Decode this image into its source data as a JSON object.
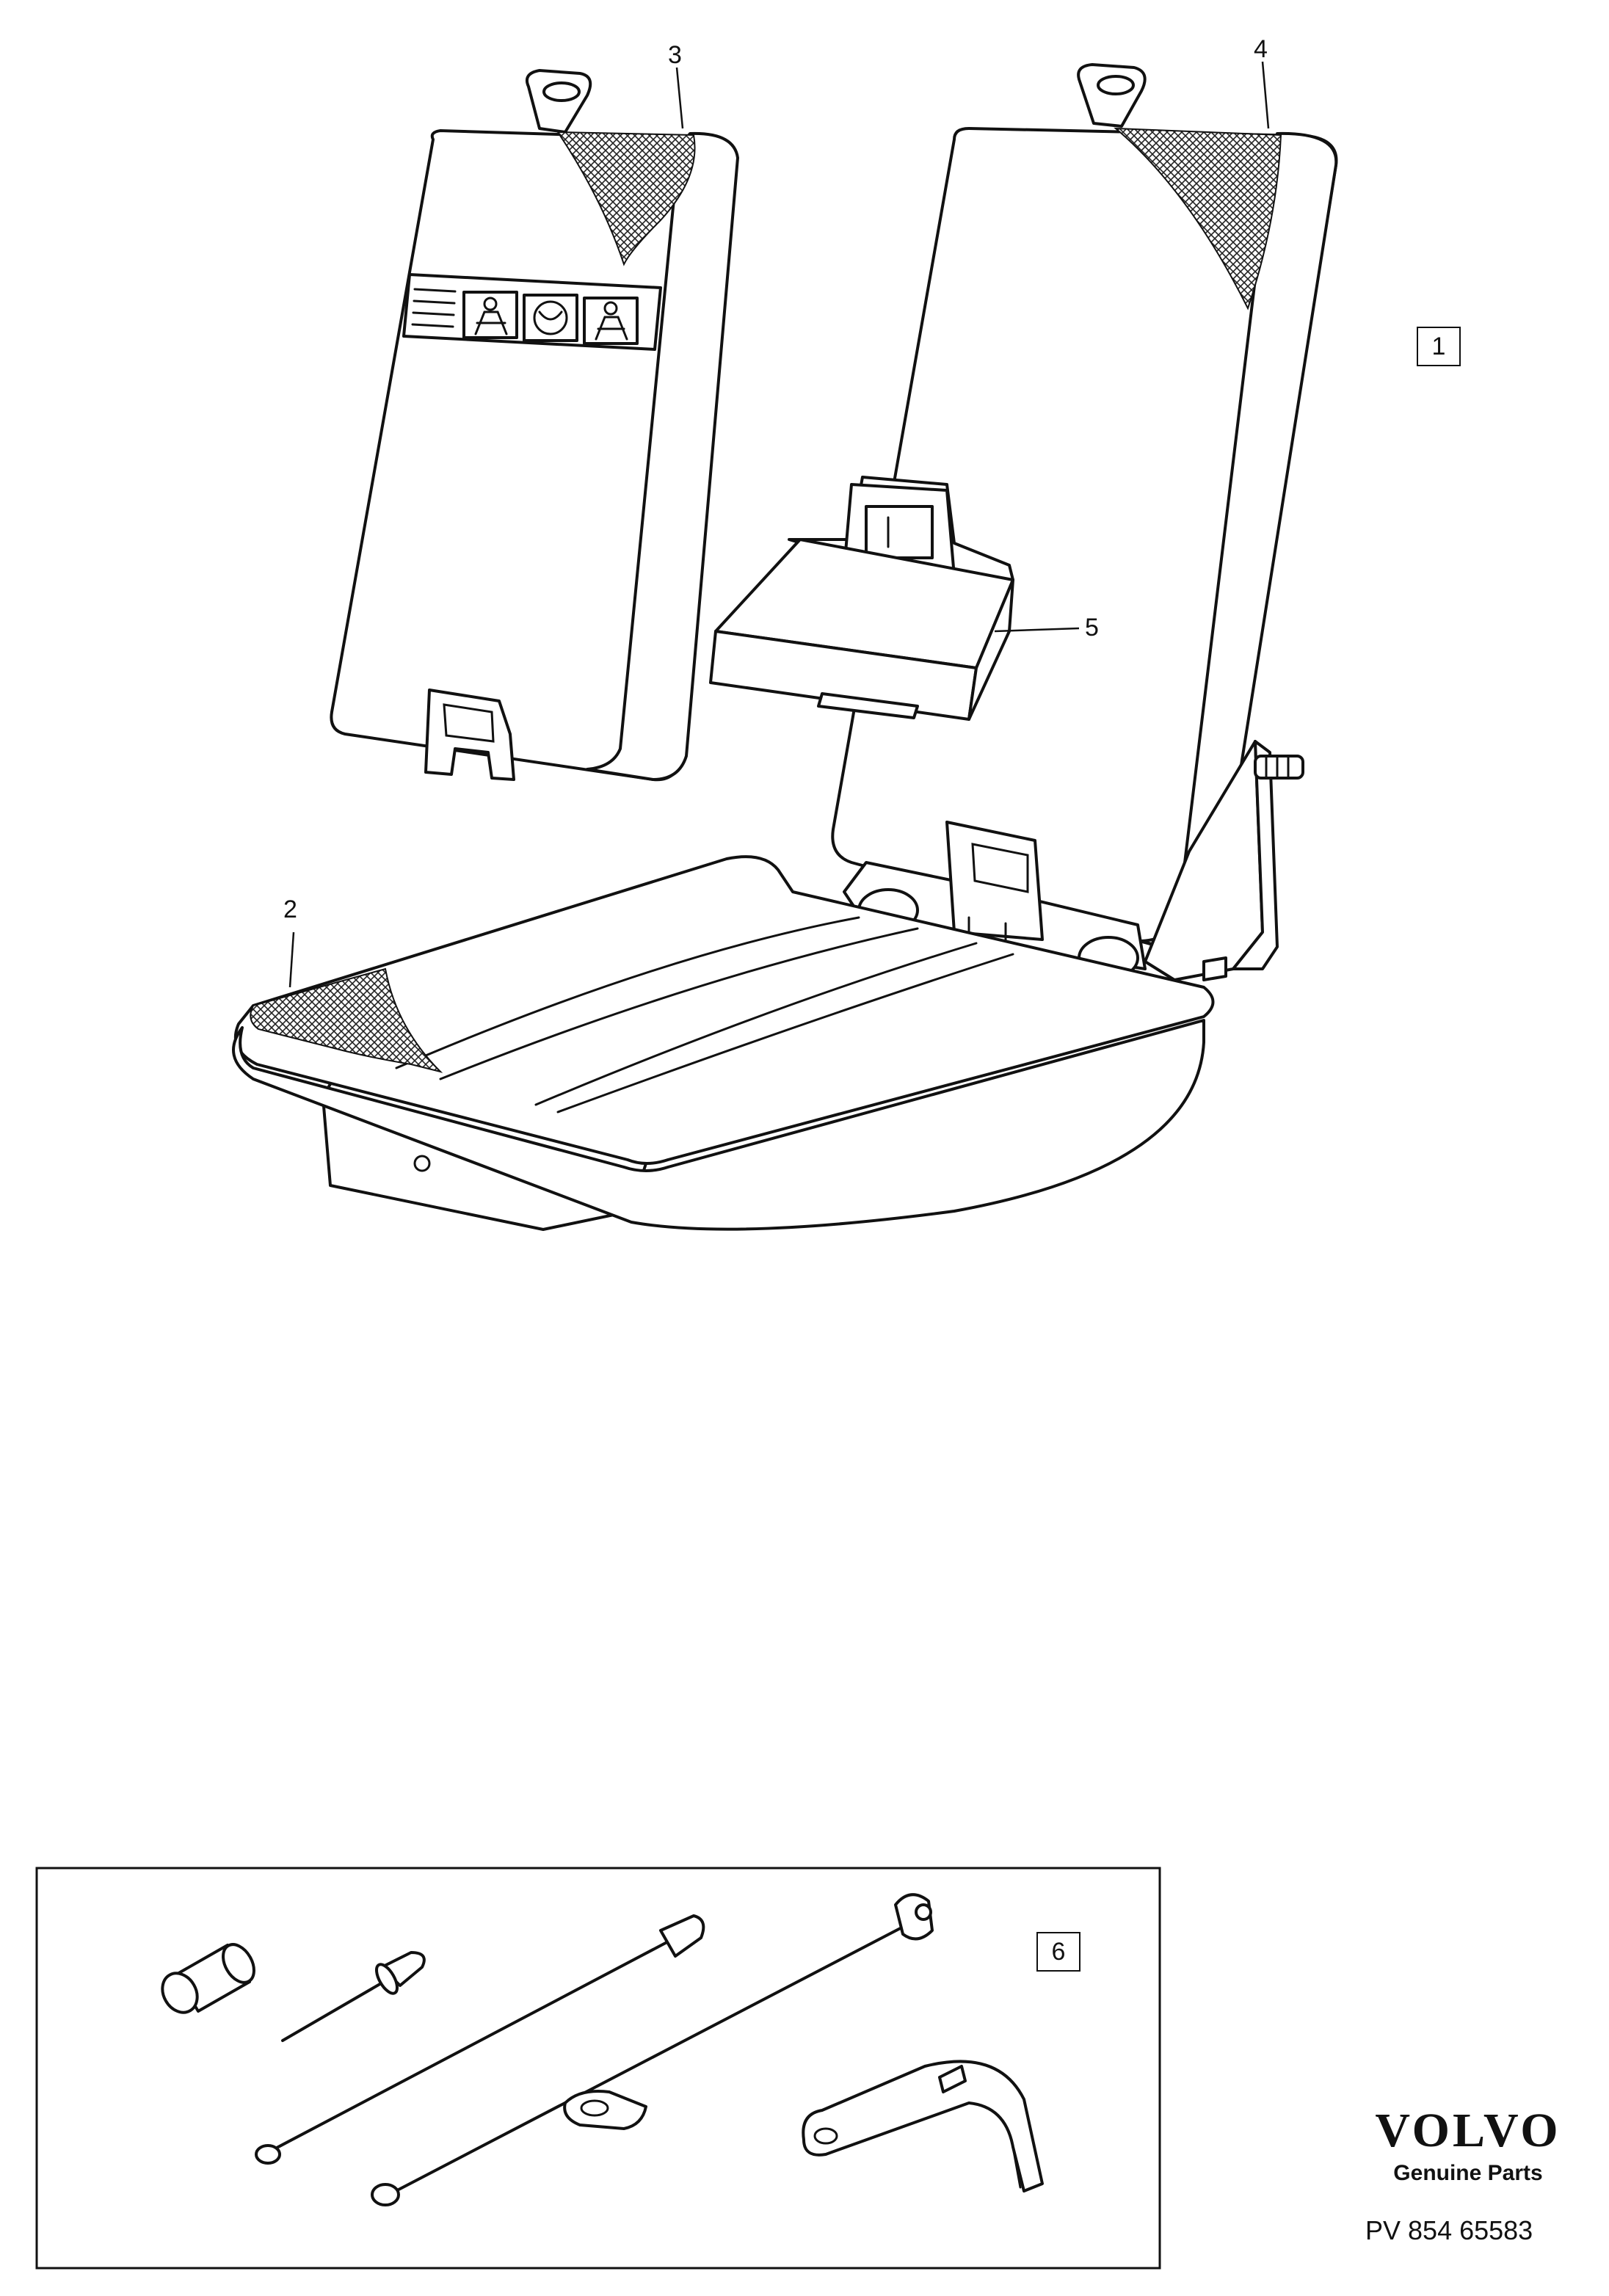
{
  "callouts": {
    "seat_cushion": "2",
    "backrest_left": "3",
    "backrest_right": "4",
    "armrest": "5"
  },
  "boxed_labels": {
    "main_assembly": "1",
    "fitting_kit": "6"
  },
  "brand": {
    "logo": "VOLVO",
    "tagline": "Genuine Parts",
    "part_number": "PV 854 65583"
  },
  "icons": [
    "seatbelt-pictogram-icon",
    "airbag-pictogram-icon",
    "seatbelt-child-pictogram-icon"
  ]
}
